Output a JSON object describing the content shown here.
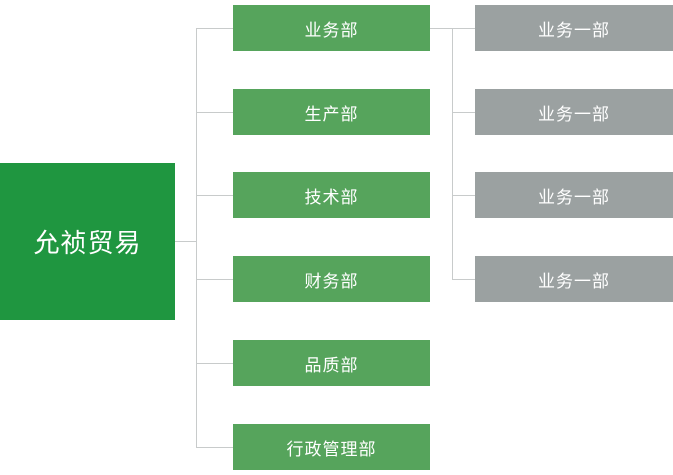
{
  "org": {
    "root": "允祯贸易",
    "departments": [
      "业务部",
      "生产部",
      "技术部",
      "财务部",
      "品质部",
      "行政管理部"
    ],
    "business_sub_departments": [
      "业务一部",
      "业务一部",
      "业务一部",
      "业务一部"
    ]
  },
  "colors": {
    "root": "#1f9640",
    "department": "#56a45c",
    "sub": "#9ba1a1",
    "connector": "#c8cbcb",
    "text": "#ffffff"
  }
}
